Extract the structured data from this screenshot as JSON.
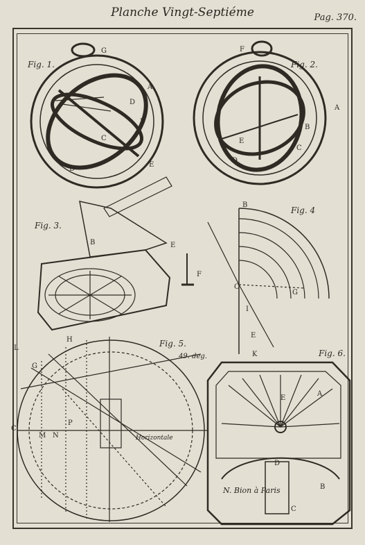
{
  "header": {
    "title": "Planche Vingt-Septiéme",
    "page_number": "Pag. 370."
  },
  "figures": [
    {
      "label": "Fig. 1.",
      "letters": [
        "G",
        "A",
        "D",
        "B",
        "C",
        "E",
        "D"
      ]
    },
    {
      "label": "Fig. 2.",
      "letters": [
        "F",
        "A",
        "B",
        "C",
        "E",
        "D"
      ]
    },
    {
      "label": "Fig. 3.",
      "letters": [
        "B",
        "E",
        "F"
      ]
    },
    {
      "label": "Fig. 4",
      "letters": [
        "B",
        "C",
        "I",
        "E",
        "K",
        "G"
      ]
    },
    {
      "label": "Fig. 5.",
      "letters": [
        "H",
        "L",
        "G",
        "C",
        "M",
        "N",
        "P"
      ],
      "annotations": [
        "49. deg.",
        "Horizontale"
      ]
    },
    {
      "label": "Fig. 6.",
      "letters": [
        "A",
        "E",
        "D",
        "B",
        "C"
      ],
      "inscription": "N. Bion  à Paris"
    }
  ],
  "colors": {
    "paper": "#e4dfd3",
    "ink": "#2a2620"
  }
}
